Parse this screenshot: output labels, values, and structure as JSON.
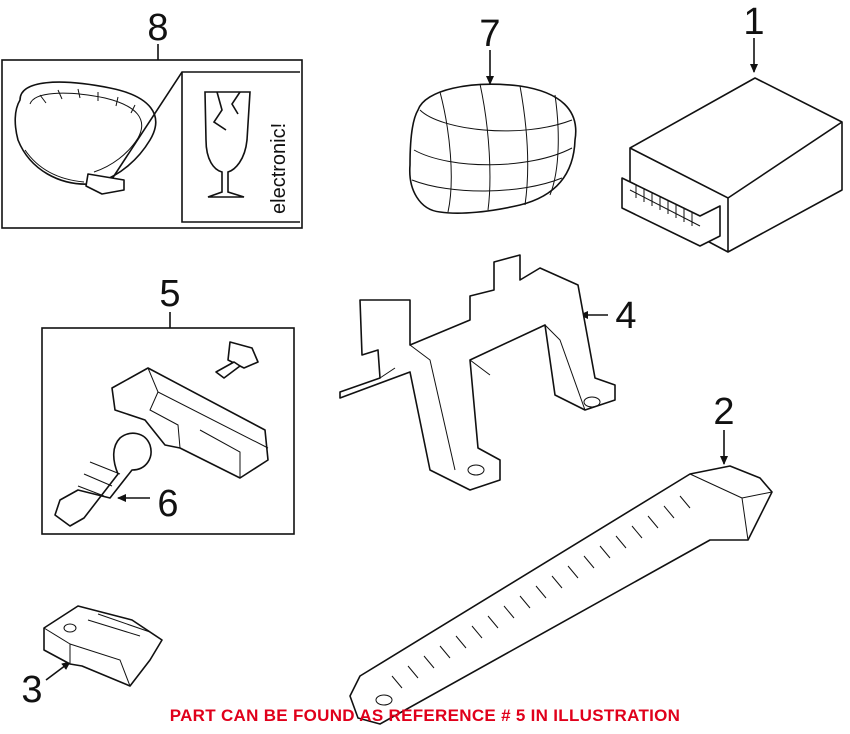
{
  "callouts": {
    "c1": "1",
    "c2": "2",
    "c3": "3",
    "c4": "4",
    "c5": "5",
    "c6": "6",
    "c7": "7",
    "c8": "8"
  },
  "inset_label": "electronic!",
  "footer": {
    "text": "PART CAN BE FOUND AS REFERENCE # 5 IN ILLUSTRATION",
    "color": "#e0001b"
  }
}
